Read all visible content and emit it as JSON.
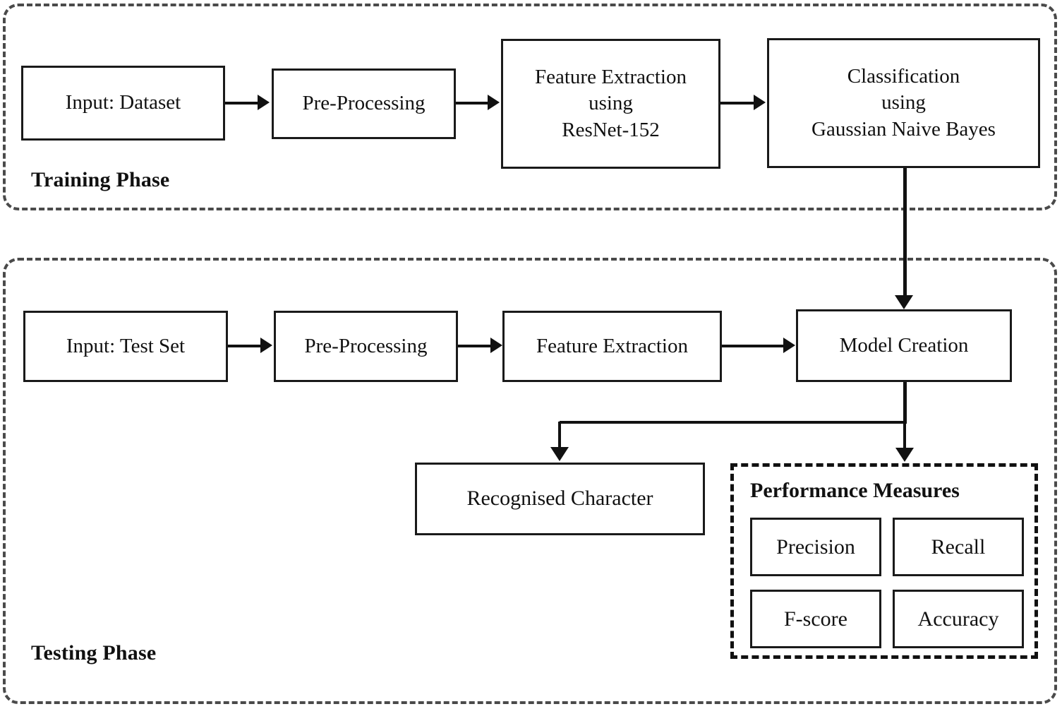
{
  "diagram": {
    "title_visible": false,
    "phases": [
      {
        "id": "training",
        "label": "Training Phase"
      },
      {
        "id": "testing",
        "label": "Testing Phase"
      }
    ],
    "training_nodes": [
      {
        "id": "input-dataset",
        "lines": [
          "Input: Dataset"
        ]
      },
      {
        "id": "pre-processing",
        "lines": [
          "Pre-Processing"
        ]
      },
      {
        "id": "feature-extraction",
        "lines": [
          "Feature Extraction",
          "using",
          "ResNet-152"
        ]
      },
      {
        "id": "classification",
        "lines": [
          "Classification",
          "using",
          "Gaussian Naive Bayes"
        ]
      }
    ],
    "testing_nodes": [
      {
        "id": "input-test-set",
        "lines": [
          "Input: Test Set"
        ]
      },
      {
        "id": "pre-processing",
        "lines": [
          "Pre-Processing"
        ]
      },
      {
        "id": "feature-extraction",
        "lines": [
          "Feature Extraction"
        ]
      },
      {
        "id": "model-creation",
        "lines": [
          "Model Creation"
        ]
      },
      {
        "id": "recognised-character",
        "lines": [
          "Recognised Character"
        ]
      }
    ],
    "performance": {
      "title": "Performance Measures",
      "metrics": [
        "Precision",
        "Recall",
        "F-score",
        "Accuracy"
      ]
    },
    "node_text": {
      "input_dataset": "Input: Dataset",
      "preproc_train": "Pre-Processing",
      "feat_train_l1": "Feature Extraction",
      "feat_train_l2": "using",
      "feat_train_l3": "ResNet-152",
      "class_l1": "Classification",
      "class_l2": "using",
      "class_l3": "Gaussian Naive Bayes",
      "input_test": "Input: Test Set",
      "preproc_test": "Pre-Processing",
      "feat_test": "Feature Extraction",
      "model_creation": "Model Creation",
      "recognised": "Recognised Character"
    },
    "metrics": {
      "precision": "Precision",
      "recall": "Recall",
      "fscore": "F-score",
      "accuracy": "Accuracy"
    },
    "labels": {
      "training_phase": "Training Phase",
      "testing_phase": "Testing Phase",
      "performance_measures": "Performance Measures"
    },
    "colors": {
      "line": "#111111",
      "dashed_border": "#4a4a4a",
      "box_border": "#1a1a1a",
      "background": "#ffffff"
    }
  }
}
